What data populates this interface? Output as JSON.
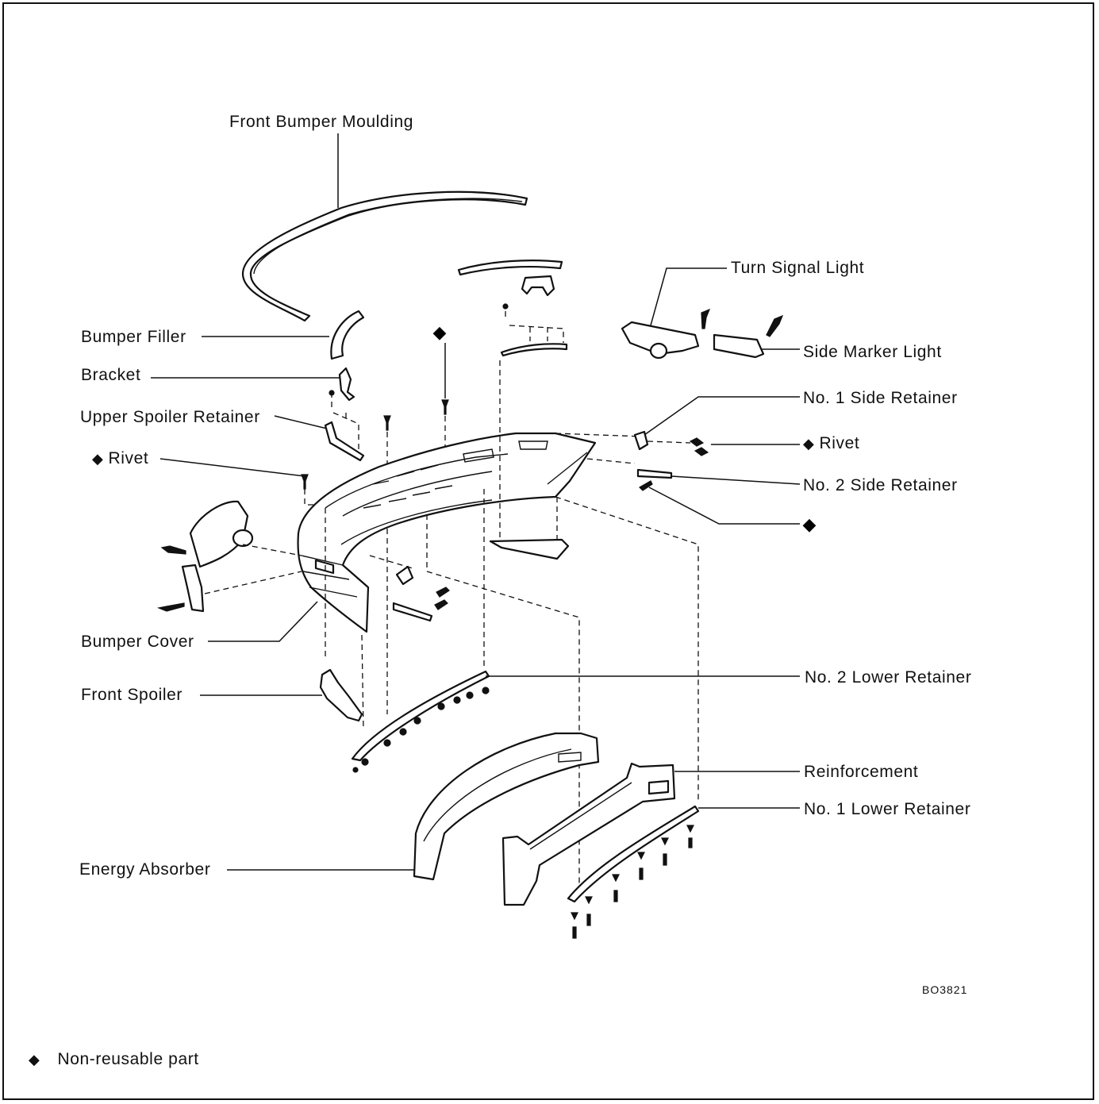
{
  "labels": {
    "front_bumper_moulding": "Front Bumper Moulding",
    "turn_signal_light": "Turn Signal Light",
    "bumper_filler": "Bumper Filler",
    "side_marker_light": "Side Marker Light",
    "bracket": "Bracket",
    "no1_side_retainer": "No. 1 Side Retainer",
    "upper_spoiler_retainer": "Upper Spoiler Retainer",
    "rivet_right": "Rivet",
    "rivet_left": "Rivet",
    "no2_side_retainer": "No. 2 Side Retainer",
    "bumper_cover": "Bumper Cover",
    "no2_lower_retainer": "No. 2 Lower Retainer",
    "front_spoiler": "Front Spoiler",
    "reinforcement": "Reinforcement",
    "no1_lower_retainer": "No. 1 Lower Retainer",
    "energy_absorber": "Energy Absorber"
  },
  "nonreusable_symbol": "◆",
  "figure_code": "BO3821",
  "legend": {
    "symbol": "◆",
    "text": "Non-reusable part"
  }
}
